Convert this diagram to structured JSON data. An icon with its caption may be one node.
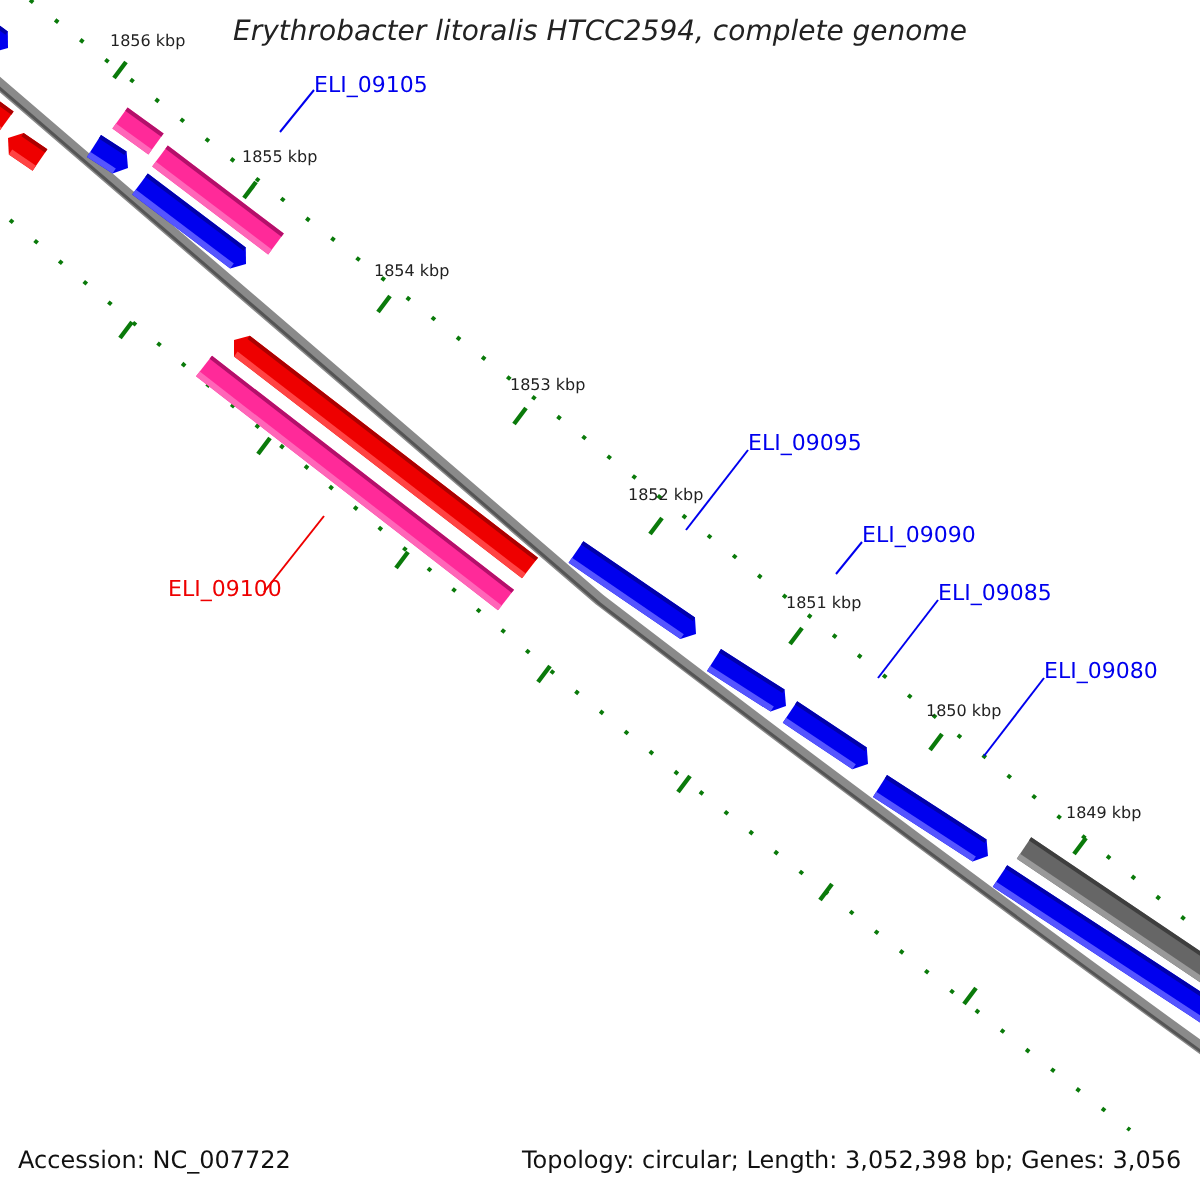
{
  "diagram": {
    "title": "Erythrobacter litoralis HTCC2594, complete genome",
    "nodes": [
      {
        "text": [],
        "shape": "bar"
      },
      {
        "text": [],
        "shape": "bar"
      },
      {
        "text": [],
        "shape": "bar"
      },
      {
        "text": [],
        "shape": "bar"
      },
      {
        "text": [],
        "shape": "bar"
      },
      {
        "text": [],
        "shape": "bar"
      },
      {
        "text": [],
        "shape": "bar"
      },
      {
        "text": [],
        "shape": "bar"
      },
      {
        "text": [],
        "shape": "bar"
      },
      {
        "text": [],
        "shape": "bar"
      },
      {
        "text": [],
        "shape": "bar"
      },
      {
        "text": [],
        "shape": "bar"
      },
      {
        "text": [],
        "shape": "bar"
      },
      {
        "text": [],
        "shape": "bar"
      },
      {
        "text": [],
        "shape": "bar"
      },
      {
        "text": [
          "ELI_09105"
        ]
      },
      {
        "text": [
          "ELI_09100"
        ]
      },
      {
        "text": [
          "ELI_09095"
        ]
      },
      {
        "text": [
          "ELI_09090"
        ]
      },
      {
        "text": [
          "ELI_09085"
        ]
      },
      {
        "text": [
          "ELI_09080"
        ]
      }
    ],
    "edges": [
      {
        "from": 15,
        "to": null,
        "arrow": "none"
      },
      {
        "from": 16,
        "to": null,
        "arrow": "none",
        "color": "#ee0000"
      },
      {
        "from": 17,
        "to": null,
        "arrow": "none"
      },
      {
        "from": 18,
        "to": null,
        "arrow": "none"
      },
      {
        "from": 19,
        "to": null,
        "arrow": "none"
      },
      {
        "from": 20,
        "to": null,
        "arrow": "none"
      }
    ],
    "labels": [
      "1856 kbp",
      "1855 kbp",
      "1854 kbp",
      "1853 kbp",
      "1852 kbp",
      "1851 kbp",
      "1850 kbp",
      "1849 kbp",
      "Accession: NC_007722",
      "Topology: circular; Length: 3,052,398 bp; Genes: 3,056"
    ]
  }
}
